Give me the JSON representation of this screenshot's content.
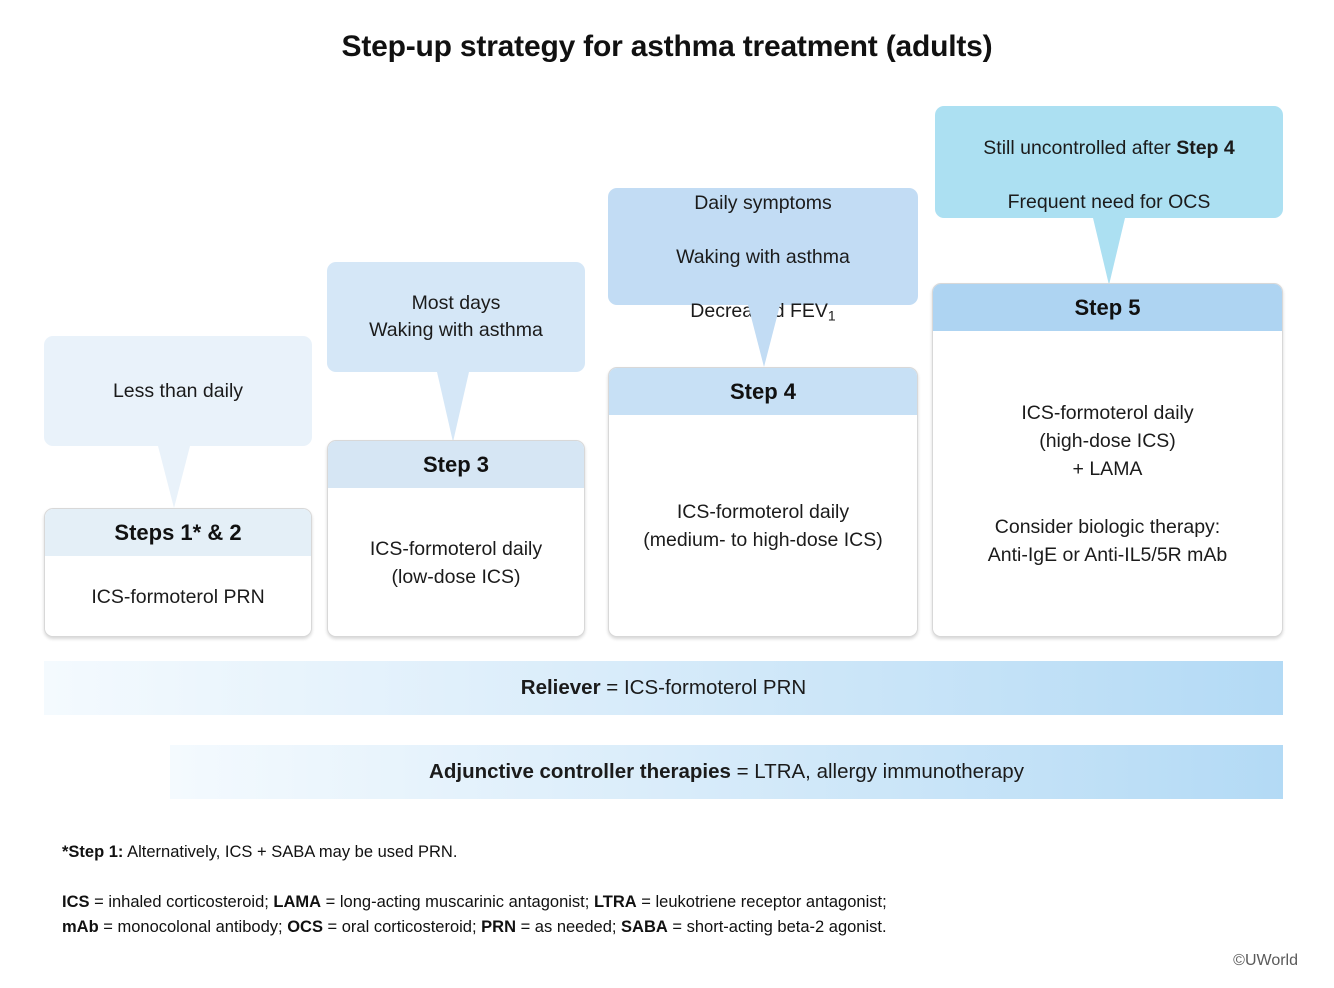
{
  "title": "Step-up strategy for asthma treatment (adults)",
  "colors": {
    "bubble_step12": "#e9f2fa",
    "bubble_step3": "#d5e7f7",
    "bubble_step4": "#c2dcf4",
    "bubble_step5": "#ace0f2",
    "header_step12": "#e4eff7",
    "header_step3": "#d6e6f4",
    "header_step4": "#c7e0f5",
    "header_step5": "#aed4f2",
    "bar_start": "#f4fafe",
    "bar_end": "#b3daf5",
    "card_border": "#d8d8d8",
    "text": "#1b1b1b"
  },
  "steps": [
    {
      "id": "steps-1-2",
      "callout": "Less than daily",
      "header": "Steps 1* & 2",
      "body": "ICS-formoterol PRN"
    },
    {
      "id": "step-3",
      "callout": "Most days\nWaking with asthma",
      "header": "Step 3",
      "body": "ICS-formoterol daily\n(low-dose ICS)"
    },
    {
      "id": "step-4",
      "callout_line1": "Daily symptoms",
      "callout_line2": "Waking with asthma",
      "callout_line3_pre": "Decreased FEV",
      "callout_line3_sub": "1",
      "header": "Step 4",
      "body": "ICS-formoterol daily\n(medium- to high-dose ICS)"
    },
    {
      "id": "step-5",
      "callout_line1_pre": "Still uncontrolled after ",
      "callout_line1_bold": "Step 4",
      "callout_line2": "Frequent need for OCS",
      "header": "Step 5",
      "body": "ICS-formoterol daily\n(high-dose ICS)\n+ LAMA",
      "body2": "Consider biologic therapy:\nAnti-IgE or Anti-IL5/5R mAb"
    }
  ],
  "bars": [
    {
      "id": "reliever",
      "label": "Reliever",
      "separator": " = ",
      "value": "ICS-formoterol PRN"
    },
    {
      "id": "adjunctive",
      "label": "Adjunctive controller therapies",
      "separator": " = ",
      "value": "LTRA, allergy immunotherapy"
    }
  ],
  "footnotes": {
    "star_label": "*Step 1:",
    "star_text": " Alternatively, ICS + SABA may be used PRN.",
    "abbrev_line1": [
      {
        "bold": "ICS",
        "text": " = inhaled corticosteroid; "
      },
      {
        "bold": "LAMA",
        "text": " = long-acting muscarinic antagonist; "
      },
      {
        "bold": "LTRA",
        "text": " = leukotriene receptor antagonist;"
      }
    ],
    "abbrev_line2": [
      {
        "bold": "mAb",
        "text": " = monocolonal antibody; "
      },
      {
        "bold": "OCS",
        "text": " = oral corticosteroid; "
      },
      {
        "bold": "PRN",
        "text": " = as needed; "
      },
      {
        "bold": "SABA",
        "text": " = short-acting beta-2 agonist."
      }
    ]
  },
  "copyright": "©UWorld"
}
